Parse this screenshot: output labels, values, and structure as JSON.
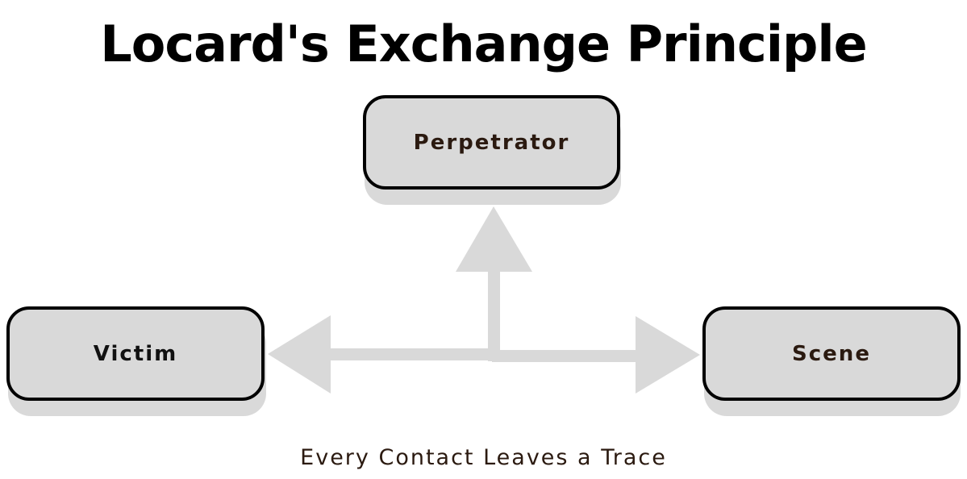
{
  "title": "Locard's Exchange Principle",
  "nodes": {
    "perpetrator": {
      "label": "Perpetrator",
      "text_color": "#2b1a10"
    },
    "victim": {
      "label": "Victim",
      "text_color": "#111111"
    },
    "scene": {
      "label": "Scene",
      "text_color": "#2b1a10"
    }
  },
  "arrows": [
    {
      "from": "center",
      "to": "Perpetrator",
      "direction": "up"
    },
    {
      "from": "center",
      "to": "Victim",
      "direction": "left"
    },
    {
      "from": "center",
      "to": "Scene",
      "direction": "right"
    }
  ],
  "caption": "Every Contact Leaves a Trace",
  "colors": {
    "node_fill": "#d9d9d9",
    "node_border": "#000000",
    "arrow": "#d9d9d9",
    "title": "#000000"
  }
}
